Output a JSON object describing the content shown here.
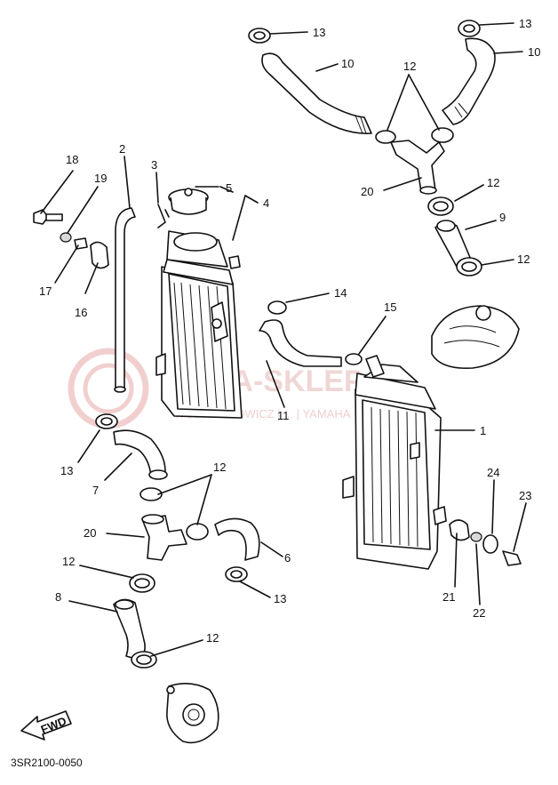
{
  "watermark": {
    "main": "YAMA-SKLEP.PL",
    "sub": "WOJCIECHOWICZ | ... | YAMAHA"
  },
  "diagram": {
    "code": "3SR2100-0050",
    "fwd_label": "FWD",
    "callouts": [
      {
        "id": "c13a",
        "text": "13"
      },
      {
        "id": "c10a",
        "text": "10"
      },
      {
        "id": "c13b",
        "text": "13"
      },
      {
        "id": "c10b",
        "text": "10"
      },
      {
        "id": "c12top",
        "text": "12"
      },
      {
        "id": "c2",
        "text": "2"
      },
      {
        "id": "c3",
        "text": "3"
      },
      {
        "id": "c5",
        "text": "5"
      },
      {
        "id": "c4",
        "text": "4"
      },
      {
        "id": "c18",
        "text": "18"
      },
      {
        "id": "c19",
        "text": "19"
      },
      {
        "id": "c17",
        "text": "17"
      },
      {
        "id": "c16",
        "text": "16"
      },
      {
        "id": "c20a",
        "text": "20"
      },
      {
        "id": "c12b",
        "text": "12"
      },
      {
        "id": "c9",
        "text": "9"
      },
      {
        "id": "c12c",
        "text": "12"
      },
      {
        "id": "c14",
        "text": "14"
      },
      {
        "id": "c15",
        "text": "15"
      },
      {
        "id": "c11",
        "text": "11"
      },
      {
        "id": "c1",
        "text": "1"
      },
      {
        "id": "c13c",
        "text": "13"
      },
      {
        "id": "c7",
        "text": "7"
      },
      {
        "id": "c12d",
        "text": "12"
      },
      {
        "id": "c20b",
        "text": "20"
      },
      {
        "id": "c6",
        "text": "6"
      },
      {
        "id": "c12e",
        "text": "12"
      },
      {
        "id": "c13d",
        "text": "13"
      },
      {
        "id": "c8",
        "text": "8"
      },
      {
        "id": "c12f",
        "text": "12"
      },
      {
        "id": "c24",
        "text": "24"
      },
      {
        "id": "c23",
        "text": "23"
      },
      {
        "id": "c21",
        "text": "21"
      },
      {
        "id": "c22",
        "text": "22"
      }
    ]
  }
}
